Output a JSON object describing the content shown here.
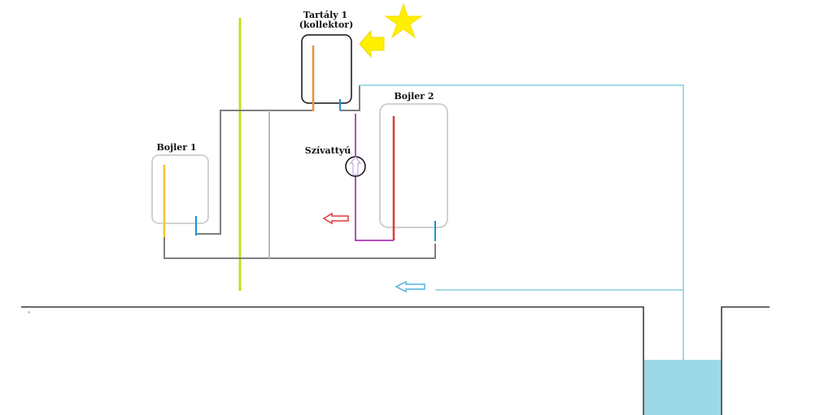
{
  "labels": {
    "tank_line1": "Tartály 1",
    "tank_line2": "(kollektor)",
    "boiler1": "Bojler 1",
    "boiler2": "Bojler 2",
    "pump": "Szívattyú"
  },
  "colors": {
    "pipe_gray": "#7f7f7f",
    "pipe_light_gray": "#bdbdbd",
    "green_rod": "#c8dc1e",
    "orange_rod": "#f0903a",
    "yellow_rod": "#f5c62e",
    "red_rod": "#e23838",
    "blue_outlet": "#1e90d6",
    "purple_pipe": "#b44bbf",
    "light_blue_pipe": "#a5d8e6",
    "water": "#9dd8e8",
    "sun": "#ffef00",
    "arrow_yellow": "#fff000"
  }
}
